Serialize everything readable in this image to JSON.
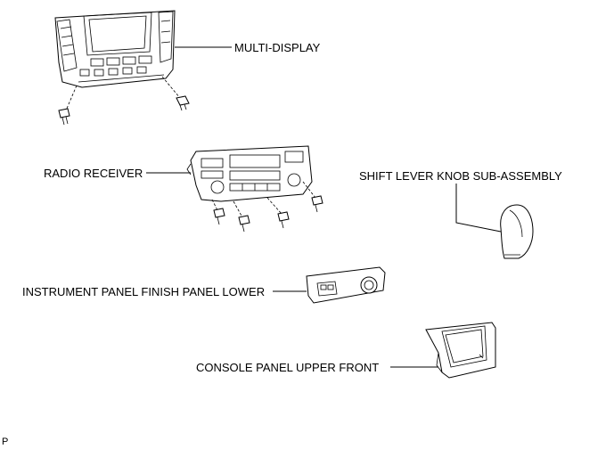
{
  "labels": {
    "multi_display": "MULTI-DISPLAY",
    "radio_receiver": "RADIO RECEIVER",
    "shift_lever_knob": "SHIFT LEVER KNOB SUB-ASSEMBLY",
    "instrument_panel_finish_panel_lower": "INSTRUMENT PANEL FINISH PANEL LOWER",
    "console_panel_upper_front": "CONSOLE PANEL UPPER FRONT",
    "corner_code": "P"
  }
}
